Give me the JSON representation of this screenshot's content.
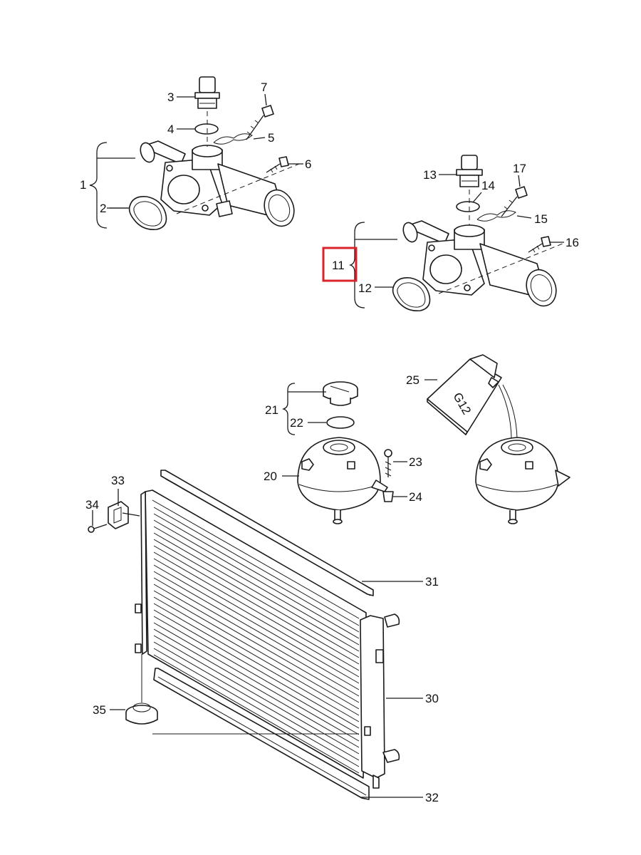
{
  "highlight_color": "#d9242b",
  "line_color": "#1a1a1a",
  "labels": {
    "l1": "1",
    "l2": "2",
    "l3": "3",
    "l4": "4",
    "l5": "5",
    "l6": "6",
    "l7": "7",
    "l11": "11",
    "l12": "12",
    "l13": "13",
    "l14": "14",
    "l15": "15",
    "l16": "16",
    "l17": "17",
    "l20": "20",
    "l21": "21",
    "l22": "22",
    "l23": "23",
    "l24": "24",
    "l25": "25",
    "l30": "30",
    "l31": "31",
    "l32": "32",
    "l33": "33",
    "l34": "34",
    "l35": "35"
  },
  "coolant_can_text": "G12"
}
